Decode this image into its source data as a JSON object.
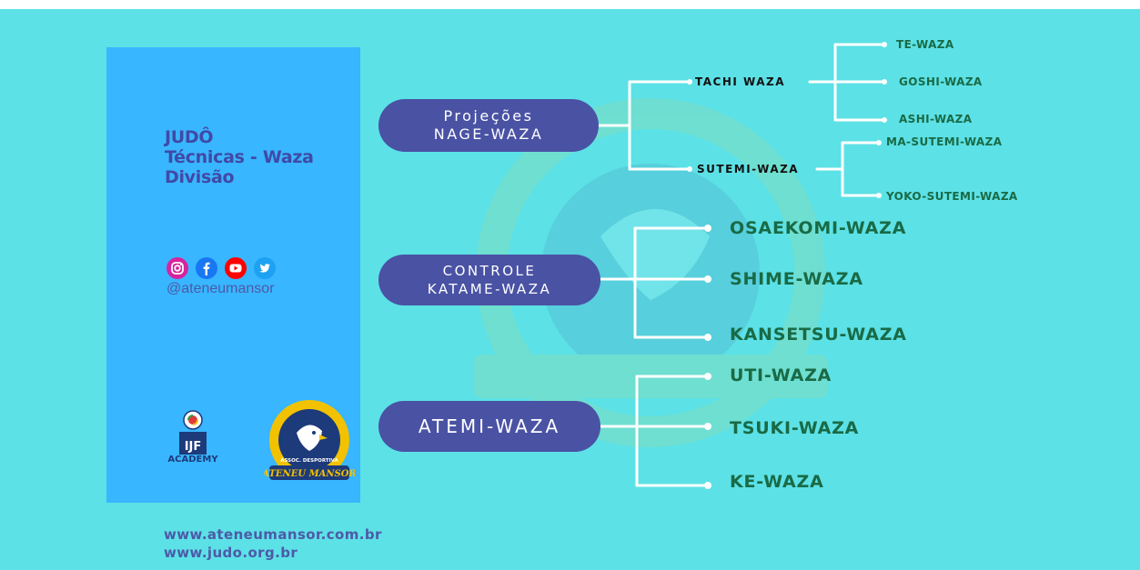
{
  "sidebar": {
    "title_line1": "JUDÔ",
    "title_line2": "Técnicas - Waza",
    "title_line3": "Divisão",
    "social_icons": [
      "instagram-icon",
      "facebook-icon",
      "youtube-icon",
      "twitter-icon"
    ],
    "handle": "@ateneumansor",
    "ijf_logo_text": "IJF",
    "ijf_logo_subtext": "ACADEMY",
    "club_emblem_text_top": "ASSOC. DESPORTIVA",
    "club_emblem_text_bottom": "ATENEU MANSOR"
  },
  "diagram": {
    "groups": [
      {
        "pill_line1": "Projeções",
        "pill_line2": "NAGE-WAZA",
        "branches": [
          {
            "label": "TACHI WAZA",
            "leaves": [
              "TE-WAZA",
              "GOSHI-WAZA",
              "ASHI-WAZA"
            ]
          },
          {
            "label": "SUTEMI-WAZA",
            "leaves": [
              "MA-SUTEMI-WAZA",
              "YOKO-SUTEMI-WAZA"
            ]
          }
        ]
      },
      {
        "pill_line1": "CONTROLE",
        "pill_line2": "KATAME-WAZA",
        "leaves": [
          "OSAEKOMI-WAZA",
          "SHIME-WAZA",
          "KANSETSU-WAZA"
        ]
      },
      {
        "pill_line1": "ATEMI-WAZA",
        "leaves": [
          "UTI-WAZA",
          "TSUKI-WAZA",
          "KE-WAZA"
        ]
      }
    ]
  },
  "footer": {
    "url1": "www.ateneumansor.com.br",
    "url2": "www.judo.org.br"
  },
  "colors": {
    "background": "#5ce1e6",
    "sidebar": "#38b6ff",
    "pill": "#4a52a4",
    "leaf_text": "#196a45",
    "connector": "#ffffff"
  }
}
